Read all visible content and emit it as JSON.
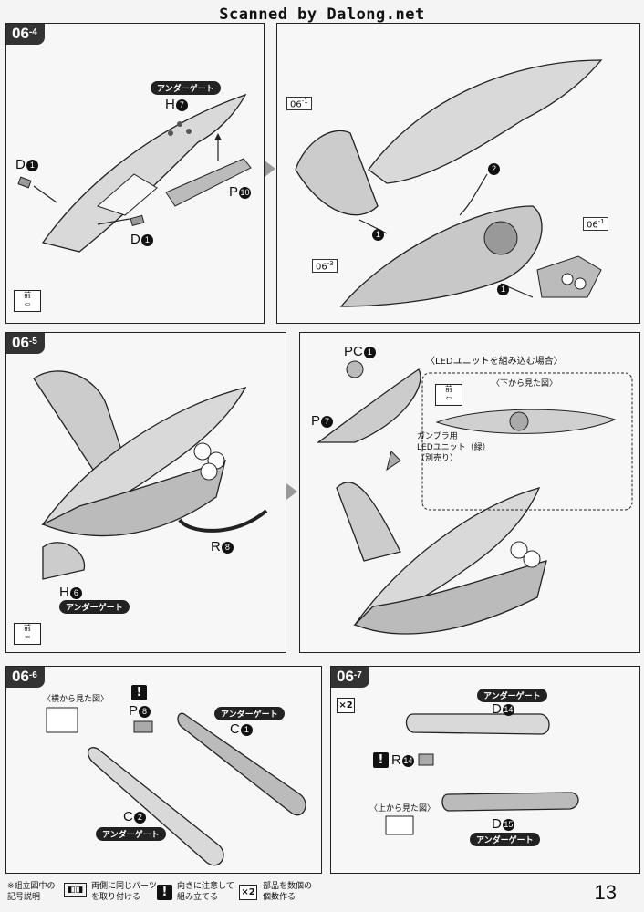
{
  "watermark": "Scanned by Dalong.net",
  "page_number": "13",
  "panels": {
    "p1": {
      "step": "06",
      "sub": "-4",
      "pill": "アンダーゲート",
      "labels": {
        "h7": "H",
        "d1a": "D",
        "d1b": "D",
        "p10": "P"
      },
      "nums": {
        "h7": "7",
        "d1a": "1",
        "d1b": "1",
        "p10": "10"
      },
      "front": "前"
    },
    "p2": {
      "refs": {
        "r1": "06",
        "r1s": "-1",
        "r2": "06",
        "r2s": "-3",
        "r3": "06",
        "r3s": "-1"
      },
      "steps": {
        "s1": "1",
        "s2": "2",
        "s3": "1"
      }
    },
    "p3": {
      "step": "06",
      "sub": "-5",
      "labels": {
        "r8": "R",
        "h6": "H"
      },
      "nums": {
        "r8": "8",
        "h6": "6"
      },
      "pill": "アンダーゲート",
      "front": "前"
    },
    "p4": {
      "labels": {
        "pc1": "PC",
        "p7": "P"
      },
      "nums": {
        "pc1": "1",
        "p7": "7"
      },
      "led_title": "〈LEDユニットを組み込む場合〉",
      "led_sub": "〈下から見た図〉",
      "front": "前",
      "led_note1": "ガンプラ用",
      "led_note2": "LEDユニット（緑）",
      "led_note3": "（別売り）"
    },
    "p5": {
      "step": "06",
      "sub": "-6",
      "side_view": "〈横から見た図〉",
      "labels": {
        "p8": "P",
        "c1": "C",
        "c2": "C"
      },
      "nums": {
        "p8": "8",
        "c1": "1",
        "c2": "2"
      },
      "pill1": "アンダーゲート",
      "pill2": "アンダーゲート"
    },
    "p6": {
      "step": "06",
      "sub": "-7",
      "x2": "×2",
      "labels": {
        "d14": "D",
        "r14": "R",
        "d15": "D"
      },
      "nums": {
        "d14": "14",
        "r14": "14",
        "d15": "15"
      },
      "pill1": "アンダーゲート",
      "pill2": "アンダーゲート",
      "top_view": "〈上から見た図〉"
    }
  },
  "legend": {
    "title1": "※組立図中の",
    "title2": "記号説明",
    "item1a": "両側に同じパーツ",
    "item1b": "を取り付ける",
    "item2a": "向きに注意して",
    "item2b": "組み立てる",
    "item3a": "部品を数個の",
    "item3b": "個数作る",
    "x2": "×2"
  }
}
